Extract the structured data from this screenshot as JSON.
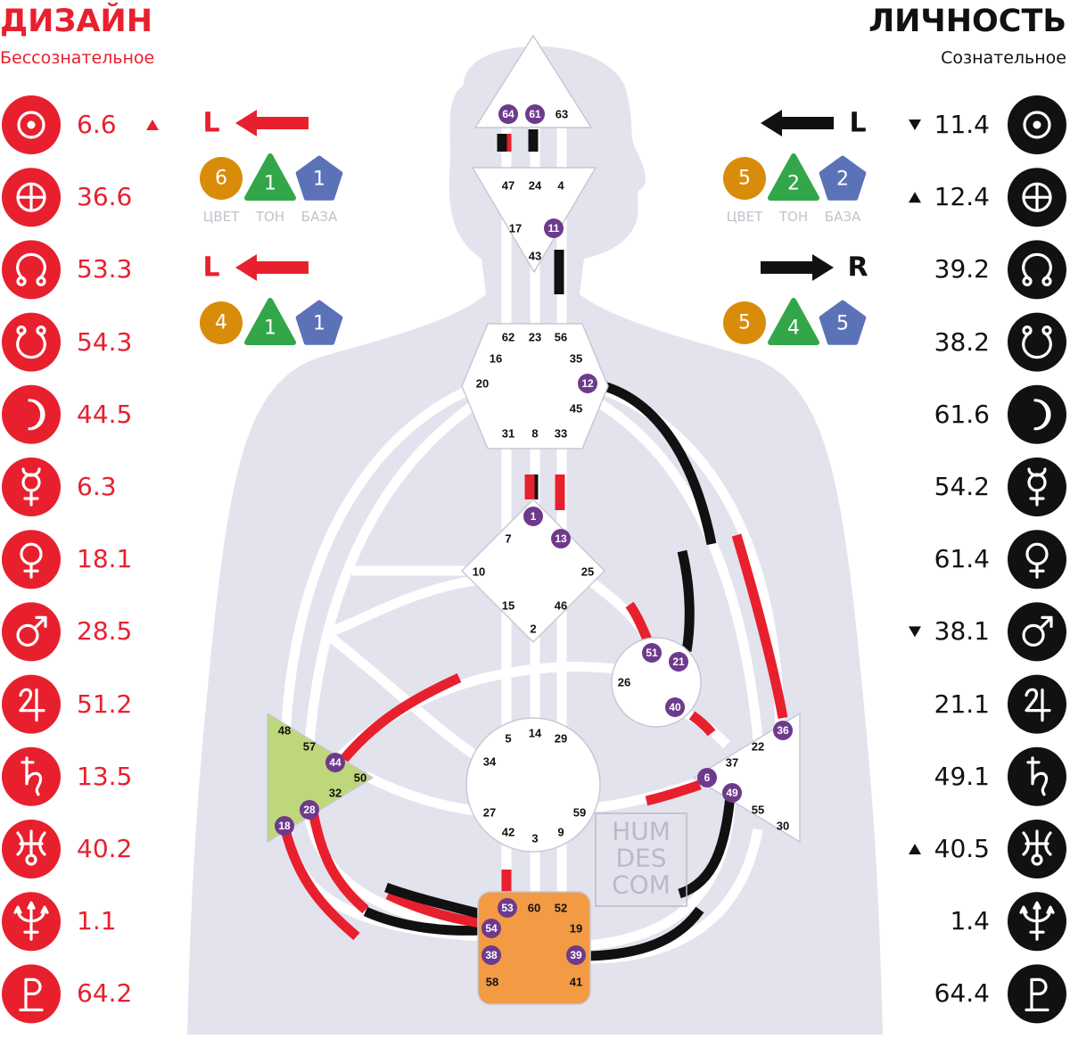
{
  "design": {
    "title": "ДИЗАЙН",
    "subtitle": "Бессознательное",
    "color": "#e8202e",
    "planets": [
      {
        "icon": "sun-icon",
        "value": "6.6",
        "marker": "up"
      },
      {
        "icon": "earth-icon",
        "value": "36.6"
      },
      {
        "icon": "north-node-icon",
        "value": "53.3"
      },
      {
        "icon": "south-node-icon",
        "value": "54.3"
      },
      {
        "icon": "moon-icon",
        "value": "44.5"
      },
      {
        "icon": "mercury-icon",
        "value": "6.3"
      },
      {
        "icon": "venus-icon",
        "value": "18.1"
      },
      {
        "icon": "mars-icon",
        "value": "28.5"
      },
      {
        "icon": "jupiter-icon",
        "value": "51.2"
      },
      {
        "icon": "saturn-icon",
        "value": "13.5"
      },
      {
        "icon": "uranus-icon",
        "value": "40.2"
      },
      {
        "icon": "neptune-icon",
        "value": "1.1"
      },
      {
        "icon": "pluto-icon",
        "value": "64.2"
      }
    ],
    "variables": [
      {
        "arrow": "left",
        "letter": "L",
        "color": "6",
        "tone": "1",
        "base": "1"
      },
      {
        "arrow": "left",
        "letter": "L",
        "color": "4",
        "tone": "1",
        "base": "1"
      }
    ],
    "var_labels": [
      "ЦВЕТ",
      "ТОН",
      "БАЗА"
    ]
  },
  "personality": {
    "title": "ЛИЧНОСТЬ",
    "subtitle": "Сознательное",
    "color": "#111111",
    "planets": [
      {
        "icon": "sun-icon",
        "value": "11.4",
        "marker": "down"
      },
      {
        "icon": "earth-icon",
        "value": "12.4",
        "marker": "up"
      },
      {
        "icon": "north-node-icon",
        "value": "39.2"
      },
      {
        "icon": "south-node-icon",
        "value": "38.2"
      },
      {
        "icon": "moon-icon",
        "value": "61.6"
      },
      {
        "icon": "mercury-icon",
        "value": "54.2"
      },
      {
        "icon": "venus-icon",
        "value": "61.4"
      },
      {
        "icon": "mars-icon",
        "value": "38.1",
        "marker": "down"
      },
      {
        "icon": "jupiter-icon",
        "value": "21.1"
      },
      {
        "icon": "saturn-icon",
        "value": "49.1"
      },
      {
        "icon": "uranus-icon",
        "value": "40.5",
        "marker": "up"
      },
      {
        "icon": "neptune-icon",
        "value": "1.4"
      },
      {
        "icon": "pluto-icon",
        "value": "64.4"
      }
    ],
    "variables": [
      {
        "arrow": "left",
        "letter": "L",
        "color": "5",
        "tone": "2",
        "base": "2"
      },
      {
        "arrow": "right",
        "letter": "R",
        "color": "5",
        "tone": "4",
        "base": "5"
      }
    ],
    "var_labels": [
      "ЦВЕТ",
      "ТОН",
      "БАЗА"
    ]
  },
  "watermark": [
    "HUM",
    "DES",
    "COM"
  ],
  "palette": {
    "silhouette": "#e3e3ee",
    "design_red": "#e8202e",
    "personality_black": "#111111",
    "gate_purple": "#6e3a8c",
    "color_orange": "#d98c0a",
    "tone_green": "#33a64a",
    "base_blue": "#5c72b8",
    "defined_root": "#f39a45",
    "defined_spleen": "#bed77a"
  },
  "centers": {
    "head": {
      "gates": [
        "64",
        "61",
        "63"
      ],
      "defined": false
    },
    "ajna": {
      "gates": [
        "47",
        "24",
        "4",
        "17",
        "11",
        "43"
      ],
      "defined": false
    },
    "throat": {
      "gates": [
        "62",
        "23",
        "56",
        "16",
        "35",
        "20",
        "12",
        "45",
        "31",
        "8",
        "33"
      ],
      "defined": false
    },
    "g": {
      "gates": [
        "1",
        "7",
        "13",
        "10",
        "25",
        "15",
        "46",
        "2"
      ],
      "defined": false
    },
    "ego": {
      "gates": [
        "51",
        "21",
        "26",
        "40"
      ],
      "defined": false
    },
    "sacral": {
      "gates": [
        "5",
        "14",
        "29",
        "34",
        "27",
        "59",
        "42",
        "3",
        "9"
      ],
      "defined": false
    },
    "spleen": {
      "gates": [
        "48",
        "57",
        "44",
        "50",
        "32",
        "28",
        "18"
      ],
      "defined": true
    },
    "solar_plexus": {
      "gates": [
        "36",
        "22",
        "37",
        "6",
        "49",
        "55",
        "30"
      ],
      "defined": false
    },
    "root": {
      "gates": [
        "53",
        "60",
        "52",
        "54",
        "19",
        "38",
        "39",
        "58",
        "41"
      ],
      "defined": true
    }
  },
  "active_gates": [
    "64",
    "61",
    "11",
    "12",
    "1",
    "13",
    "51",
    "21",
    "40",
    "44",
    "28",
    "18",
    "36",
    "6",
    "49",
    "53",
    "54",
    "38",
    "39"
  ]
}
